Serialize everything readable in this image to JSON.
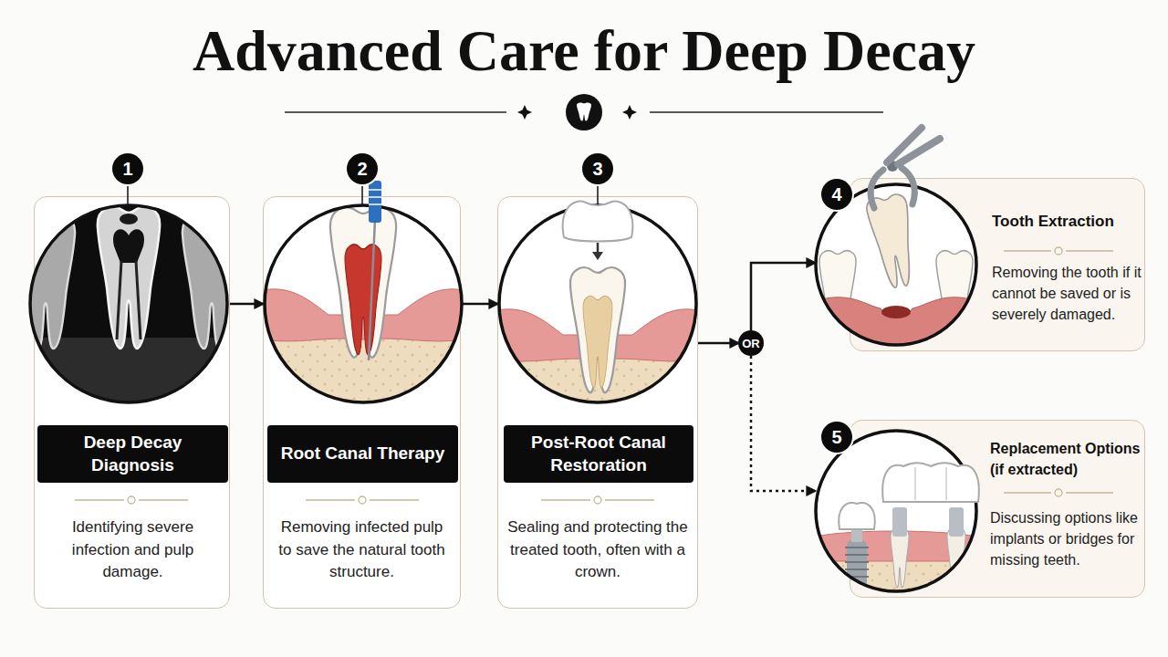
{
  "diagram": {
    "title": "Advanced Care for Deep Decay",
    "nodes": [
      {
        "text": [
          "Identifying severe infection and pulp damage."
        ]
      },
      {
        "text": [
          "Deep Decay Diagnosis"
        ],
        "in": 0
      },
      {
        "text": [
          "Removing infected pulp to save the natural tooth structure."
        ]
      },
      {
        "text": [
          "Root Canal Therapy"
        ],
        "in": 2
      },
      {
        "text": [
          "Sealing and protecting the treated tooth, often with a crown."
        ]
      },
      {
        "text": [
          "Post-Root Canal Restoration"
        ],
        "in": 4
      },
      {
        "text": [
          "OR"
        ]
      },
      {
        "text": [
          "Tooth Extraction",
          "Removing the tooth if it cannot be saved or is severely damaged."
        ]
      },
      {
        "text": [
          "Replacement Options (if extracted)",
          "Discussing options like implants or bridges for missing teeth."
        ]
      }
    ],
    "edges": [
      {
        "from": 0,
        "to": 2,
        "arrow": "to"
      },
      {
        "from": 2,
        "to": 4,
        "arrow": "to"
      },
      {
        "from": 4,
        "to": 6,
        "arrow": "to"
      },
      {
        "from": 6,
        "to": 7,
        "arrow": "to"
      },
      {
        "from": 6,
        "to": 8,
        "arrow": "to"
      }
    ],
    "labels": [
      "1",
      "2",
      "3",
      "4",
      "5"
    ]
  }
}
